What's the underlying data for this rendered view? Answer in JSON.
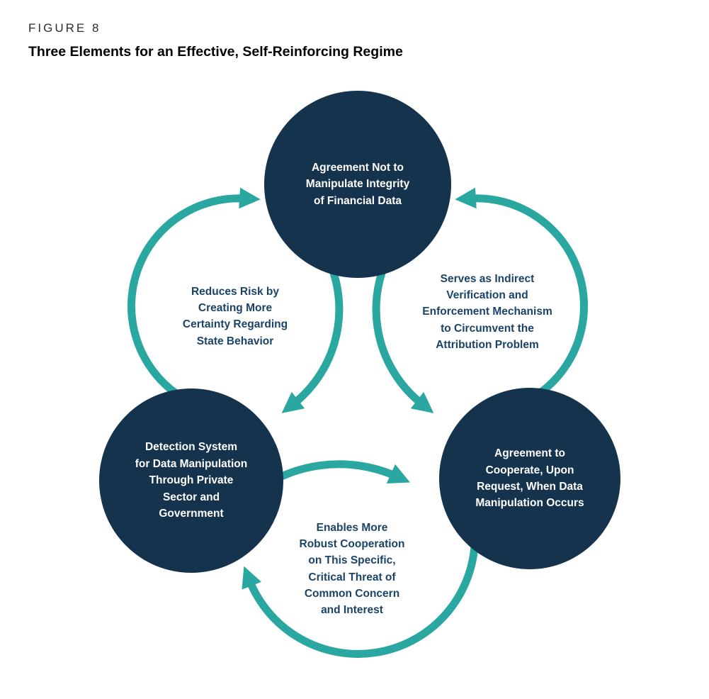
{
  "figure": {
    "label": "FIGURE 8",
    "title": "Three Elements for an Effective, Self-Reinforcing Regime"
  },
  "colors": {
    "navy": "#16334e",
    "teal": "#2aa7a0",
    "label": "#1b4368"
  },
  "nodes": {
    "top": {
      "text": "Agreement Not to Manipulate Integrity of Financial Data",
      "lines": [
        "Agreement Not to",
        "Manipulate Integrity",
        "of Financial Data"
      ]
    },
    "left": {
      "text": "Detection System for Data Manipulation Through Private Sector and Government",
      "lines": [
        "Detection System",
        "for Data Manipulation",
        "Through Private",
        "Sector and",
        "Government"
      ]
    },
    "right": {
      "text": "Agreement to Cooperate, Upon Request, When Data Manipulation Occurs",
      "lines": [
        "Agreement to",
        "Cooperate, Upon",
        "Request, When Data",
        "Manipulation Occurs"
      ]
    }
  },
  "edges": {
    "left": {
      "text": "Reduces Risk by Creating More Certainty Regarding State Behavior",
      "lines": [
        "Reduces Risk by",
        "Creating More",
        "Certainty Regarding",
        "State Behavior"
      ]
    },
    "right": {
      "text": "Serves as Indirect Verification and Enforcement Mechanism to Circumvent the Attribution Problem",
      "lines": [
        "Serves as Indirect",
        "Verification and",
        "Enforcement Mechanism",
        "to Circumvent the",
        "Attribution Problem"
      ]
    },
    "bottom": {
      "text": "Enables More Robust Cooperation on This Specific, Critical Threat of Common Concern and Interest",
      "lines": [
        "Enables More",
        "Robust Cooperation",
        "on This Specific,",
        "Critical Threat of",
        "Common Concern",
        "and Interest"
      ]
    }
  }
}
